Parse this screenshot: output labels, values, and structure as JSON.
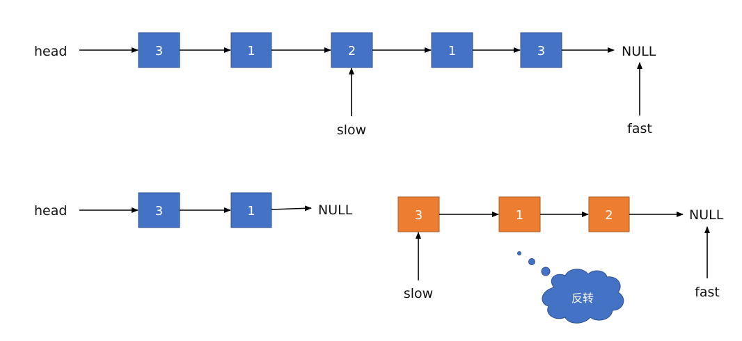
{
  "colors": {
    "blue_node": "#4472C4",
    "blue_border": "#2F528F",
    "orange_node": "#ED7D31",
    "orange_border": "#AE5A21",
    "cloud": "#4472C4",
    "cloud_border": "#2F528F",
    "arrow": "#000000"
  },
  "top_row": {
    "head_label": "head",
    "nodes": [
      "3",
      "1",
      "2",
      "1",
      "3"
    ],
    "null_label": "NULL",
    "slow_label": "slow",
    "fast_label": "fast"
  },
  "bottom_left": {
    "head_label": "head",
    "nodes": [
      "3",
      "1"
    ],
    "null_label": "NULL"
  },
  "bottom_right": {
    "nodes": [
      "3",
      "1",
      "2"
    ],
    "null_label": "NULL",
    "slow_label": "slow",
    "fast_label": "fast"
  },
  "thought_bubble": {
    "text": "反转"
  }
}
